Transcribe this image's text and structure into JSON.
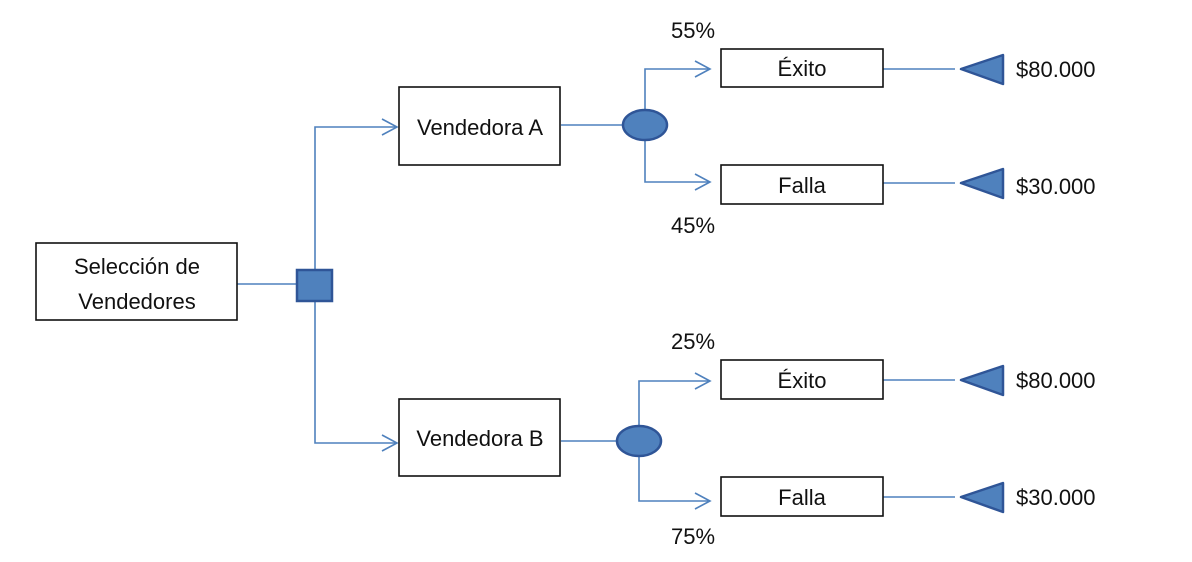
{
  "root": {
    "line1": "Selección de",
    "line2": "Vendedores"
  },
  "options": [
    {
      "label": "Vendedora A",
      "outcomes": [
        {
          "probability": "55%",
          "label": "Éxito",
          "payoff": "$80.000"
        },
        {
          "probability": "45%",
          "label": "Falla",
          "payoff": "$30.000"
        }
      ]
    },
    {
      "label": "Vendedora B",
      "outcomes": [
        {
          "probability": "25%",
          "label": "Éxito",
          "payoff": "$80.000"
        },
        {
          "probability": "75%",
          "label": "Falla",
          "payoff": "$30.000"
        }
      ]
    }
  ],
  "colors": {
    "node_fill": "#4F81BD",
    "node_stroke": "#2F5597",
    "connector": "#4F81BD",
    "box_border": "#111111"
  },
  "icons": {
    "decision": "decision-square-icon",
    "chance": "chance-node-icon",
    "terminal": "terminal-triangle-icon"
  }
}
